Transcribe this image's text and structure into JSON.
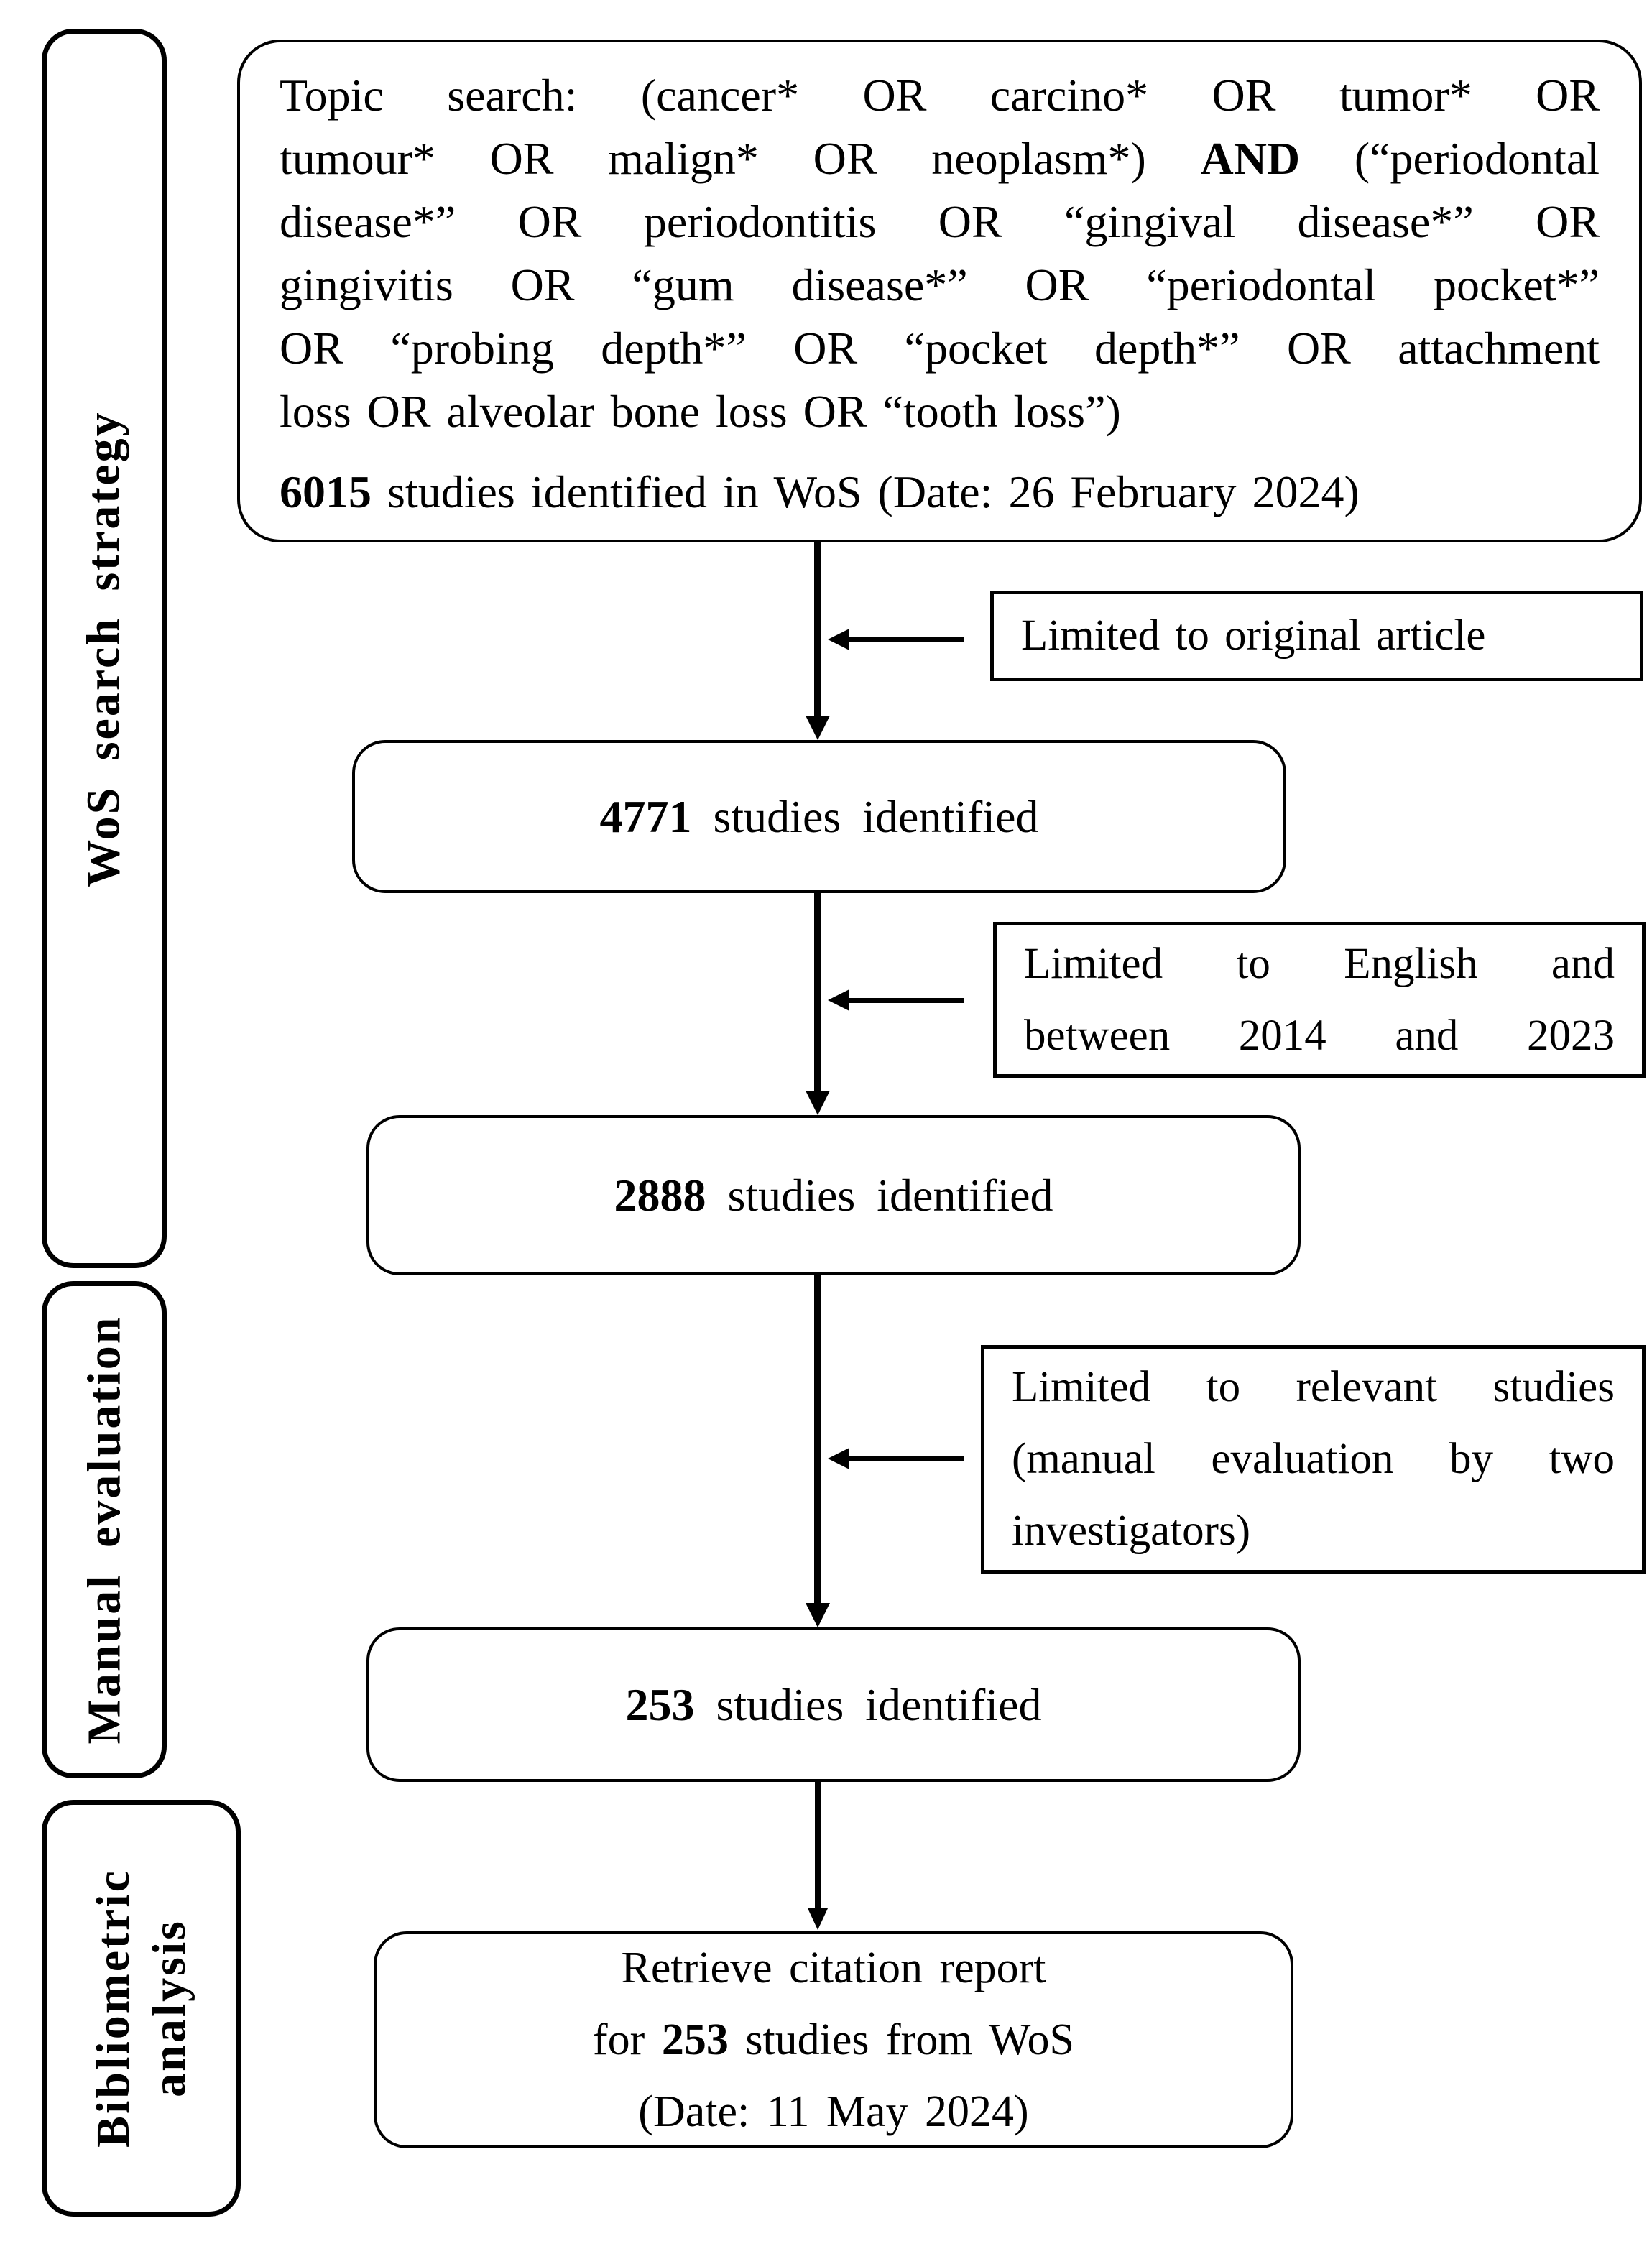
{
  "diagram": {
    "sidebar": [
      {
        "label": "WoS search strategy"
      },
      {
        "label": "Manual evaluation"
      },
      {
        "label_line1": "Bibliometric",
        "label_line2": "analysis"
      }
    ],
    "top_box": {
      "line1": "Topic search: (cancer* OR carcino* OR tumor* OR",
      "line2_pre": "tumour* OR malign* OR neoplasm*) ",
      "line2_bold": "AND",
      "line2_post": " (“periodontal",
      "line3": "disease*” OR periodontitis OR “gingival disease*” OR",
      "line4": "gingivitis OR “gum disease*” OR “periodontal pocket*”",
      "line5": "OR “probing depth*” OR “pocket depth*” OR attachment",
      "line6": "loss OR alveolar bone loss OR “tooth loss”)",
      "result_count": "6015",
      "result_rest": " studies identified in WoS (Date: 26 February 2024)"
    },
    "steps": [
      {
        "count": "4771",
        "rest": " studies identified"
      },
      {
        "count": "2888",
        "rest": " studies identified"
      },
      {
        "count": "253",
        "rest": " studies identified"
      }
    ],
    "filters": [
      {
        "line1": "Limited to original article"
      },
      {
        "line1": "Limited to English and",
        "line2": "between 2014 and 2023"
      },
      {
        "line1": "Limited to relevant studies",
        "line2": "(manual evaluation by two",
        "line3": "investigators)"
      }
    ],
    "final_box": {
      "line1": "Retrieve citation report",
      "line2_pre": "for ",
      "line2_bold": "253",
      "line2_post": " studies from WoS",
      "line3": "(Date: 11 May 2024)"
    }
  }
}
